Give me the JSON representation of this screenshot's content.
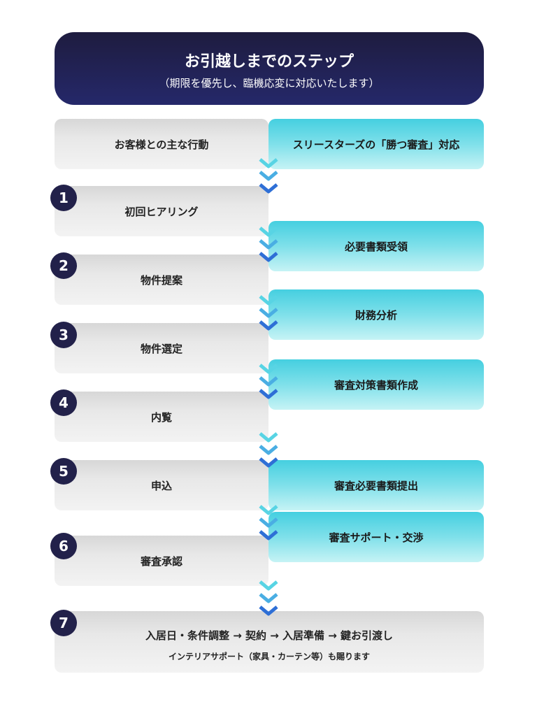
{
  "header": {
    "title": "お引越しまでのステップ",
    "subtitle": "（期限を優先し、臨機応変に対応いたします）"
  },
  "columns": {
    "customer": "お客様との主な行動",
    "company": "スリースターズの「勝つ審査」対応"
  },
  "steps": [
    {
      "number": "1",
      "label": "初回ヒアリング"
    },
    {
      "number": "2",
      "label": "物件提案"
    },
    {
      "number": "3",
      "label": "物件選定"
    },
    {
      "number": "4",
      "label": "内覧"
    },
    {
      "number": "5",
      "label": "申込"
    },
    {
      "number": "6",
      "label": "審査承認"
    },
    {
      "number": "7",
      "label": "入居日・条件調整 → 契約 → 入居準備 → 鍵お引渡し",
      "sub": "インテリアサポート（家具・カーテン等）も賜ります"
    }
  ],
  "support": [
    "必要書類受領",
    "財務分析",
    "審査対策書類作成",
    "審査必要書類提出",
    "審査サポート・交渉"
  ],
  "colors": {
    "header": "#22214a",
    "number_badge": "#22214a",
    "support_box": "#5fd6e5",
    "chevron_light": "#58d4e4",
    "chevron_dark": "#2e6fd6"
  }
}
